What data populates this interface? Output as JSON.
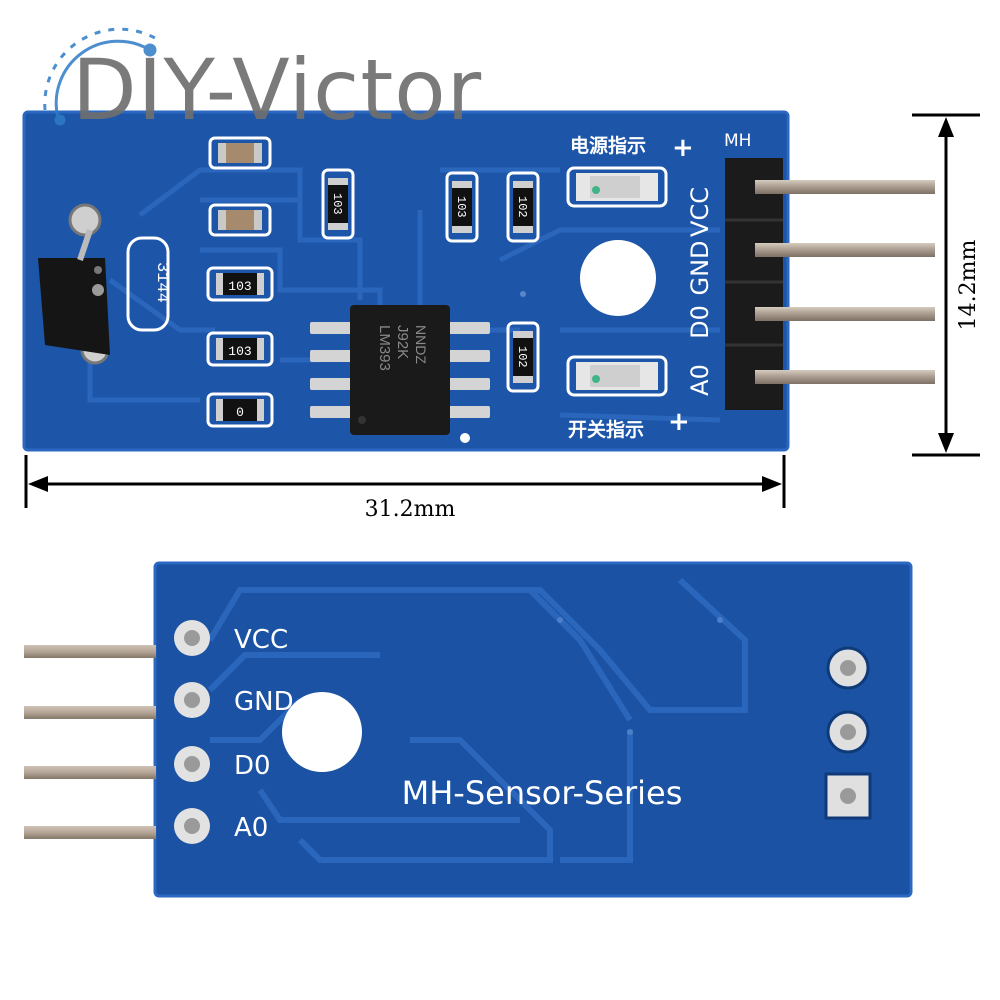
{
  "watermark": {
    "text": "DIY-Victor"
  },
  "dimensions": {
    "width_label": "31.2mm",
    "height_label": "14.2mm"
  },
  "front_board": {
    "header_label": "MH",
    "chip_text": [
      "LM393",
      "J92K",
      "NNDZ"
    ],
    "hall_sensor_label": "3144",
    "resistor_labels": [
      "103",
      "103",
      "102",
      "103",
      "103",
      "0",
      "102"
    ],
    "pin_labels": [
      "VCC",
      "GND",
      "D0",
      "A0"
    ],
    "led_labels": {
      "power": "电源指示",
      "switch": "开关指示"
    },
    "plus_sign": "+"
  },
  "back_board": {
    "series_label": "MH-Sensor-Series",
    "pin_labels": [
      "VCC",
      "GND",
      "D0",
      "A0"
    ]
  },
  "colors": {
    "pcb": "#1d55a8",
    "pcb_dark": "#133f85",
    "trace": "#2a66bb",
    "pin": "#b0a397",
    "header": "#1b1b1b",
    "silk": "#ffffff"
  }
}
